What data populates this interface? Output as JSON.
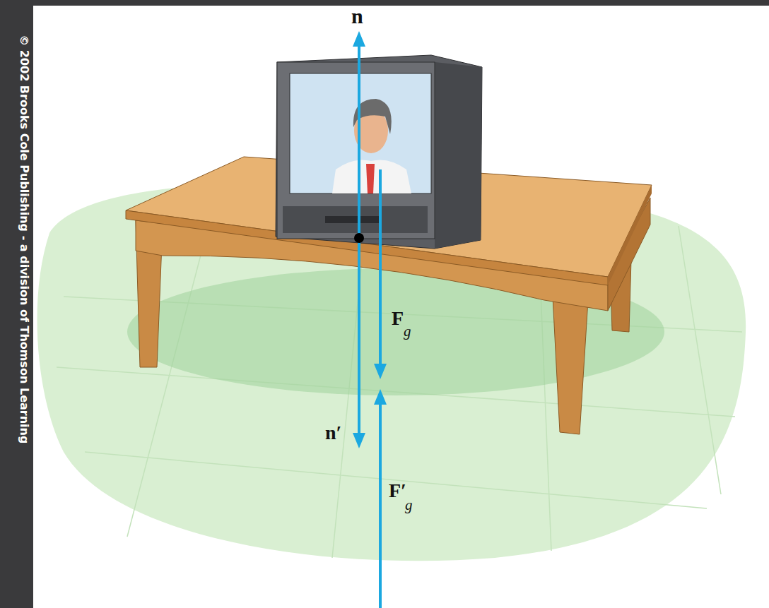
{
  "diagram": {
    "labels": [
      "n",
      "n′",
      "F",
      "g",
      "F′",
      "g",
      "© 2002 Brooks Cole Publishing - a division of Thomson Learning"
    ]
  }
}
